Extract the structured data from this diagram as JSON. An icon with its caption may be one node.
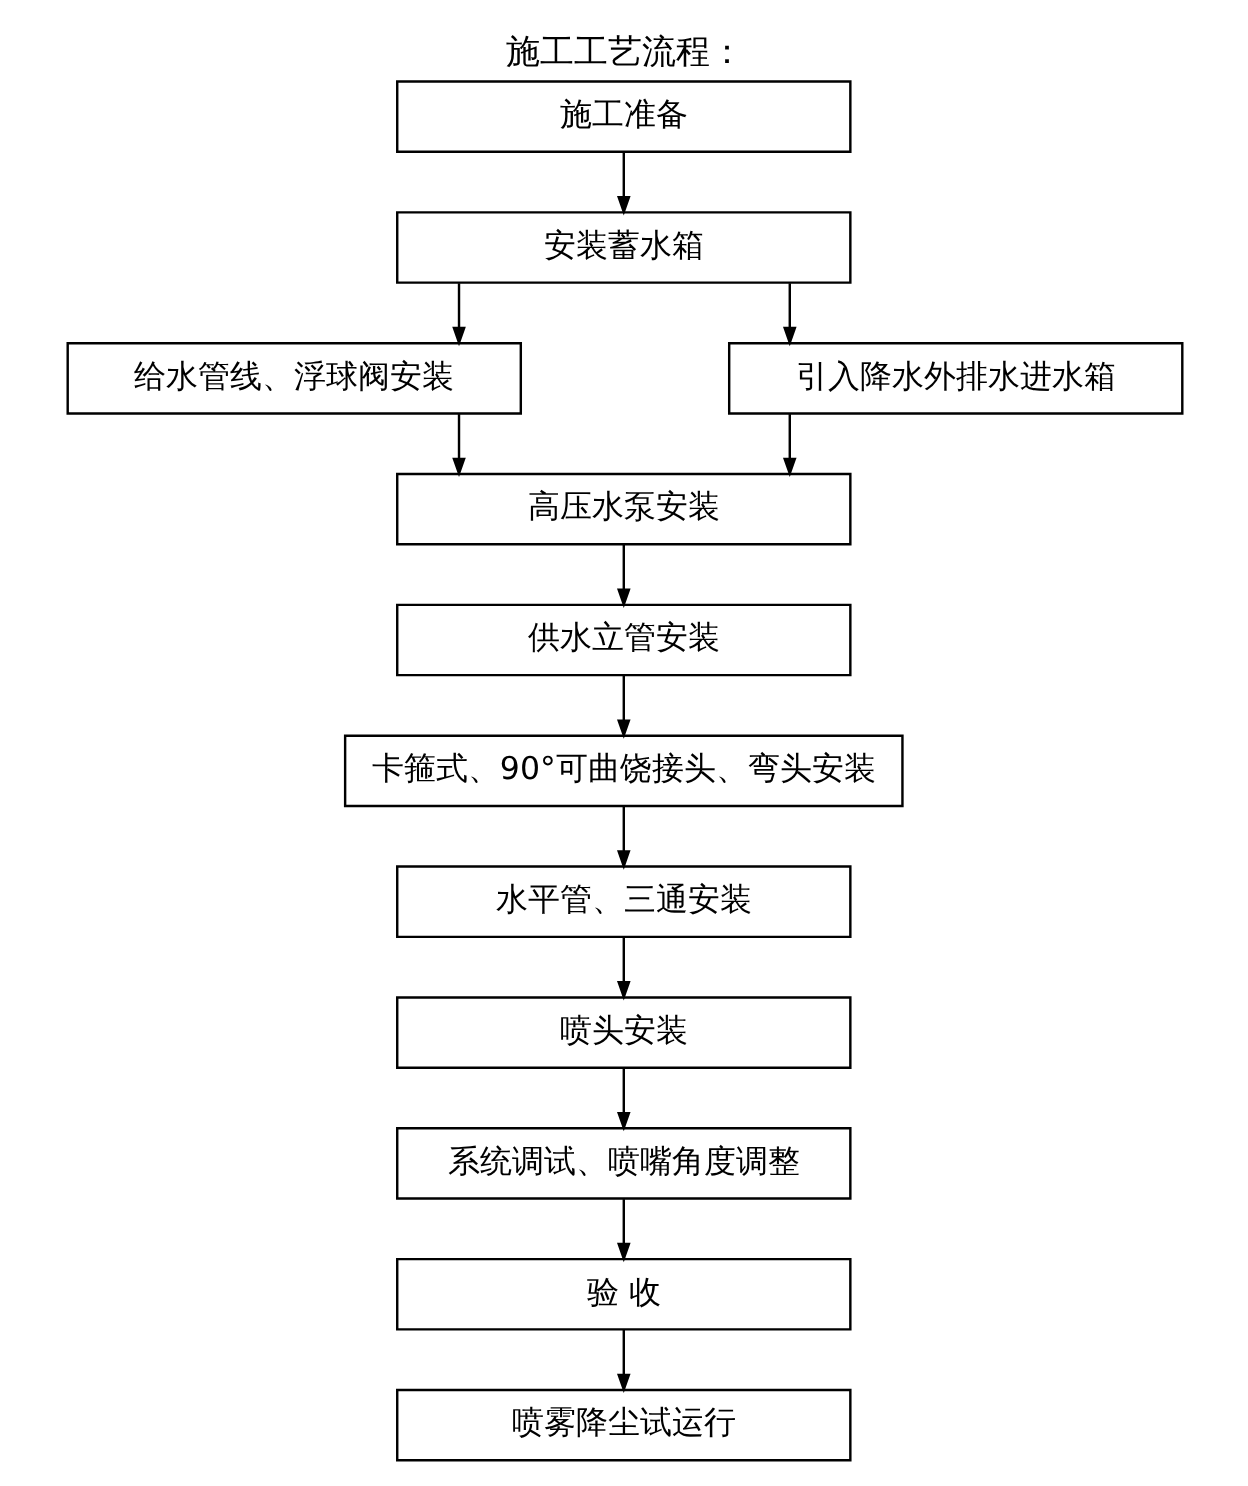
{
  "diagram": {
    "title": "施工工艺流程：",
    "nodes": [
      {
        "text": [
          "施工准备"
        ]
      },
      {
        "text": [
          "安装蓄水箱"
        ]
      },
      {
        "text": [
          "给水管线、浮球阀安装"
        ]
      },
      {
        "text": [
          "引入降水外排水进水箱"
        ]
      },
      {
        "text": [
          "高压水泵安装"
        ]
      },
      {
        "text": [
          "供水立管安装"
        ]
      },
      {
        "text": [
          "卡箍式、90°可曲饶接头、弯头安装"
        ]
      },
      {
        "text": [
          "水平管、三通安装"
        ]
      },
      {
        "text": [
          "喷头安装"
        ]
      },
      {
        "text": [
          "系统调试、喷嘴角度调整"
        ]
      },
      {
        "text": [
          "验 收"
        ]
      },
      {
        "text": [
          "喷雾降尘试运行"
        ]
      }
    ],
    "edges": [
      {
        "from": 0,
        "to": 1,
        "arrow": "to"
      },
      {
        "from": 1,
        "to": 2,
        "arrow": "to"
      },
      {
        "from": 1,
        "to": 3,
        "arrow": "to"
      },
      {
        "from": 2,
        "to": 4,
        "arrow": "to"
      },
      {
        "from": 3,
        "to": 4,
        "arrow": "to"
      },
      {
        "from": 4,
        "to": 5,
        "arrow": "to"
      },
      {
        "from": 5,
        "to": 6,
        "arrow": "to"
      },
      {
        "from": 6,
        "to": 7,
        "arrow": "to"
      },
      {
        "from": 7,
        "to": 8,
        "arrow": "to"
      },
      {
        "from": 8,
        "to": 9,
        "arrow": "to"
      },
      {
        "from": 9,
        "to": 10,
        "arrow": "to"
      },
      {
        "from": 10,
        "to": 11,
        "arrow": "to"
      }
    ]
  }
}
